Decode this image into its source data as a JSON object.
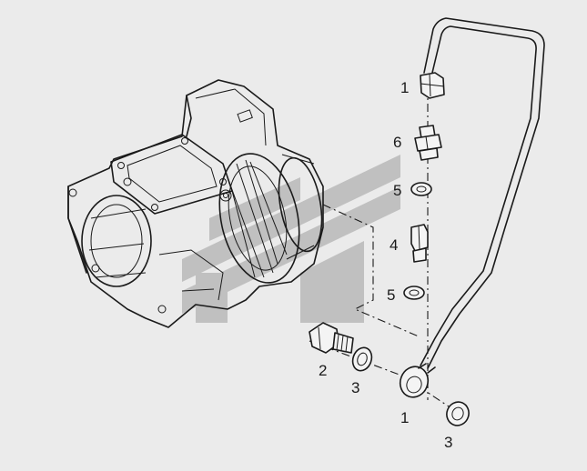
{
  "diagram": {
    "callouts": {
      "c1_top": "1",
      "c6": "6",
      "c5_upper": "5",
      "c4": "4",
      "c5_lower": "5",
      "c2": "2",
      "c3_left": "3",
      "c1_bottom": "1",
      "c3_bottom": "3"
    },
    "watermark_color": "#b9b9b9",
    "line_color": "#1a1a1a",
    "background_color": "#ebebeb"
  }
}
